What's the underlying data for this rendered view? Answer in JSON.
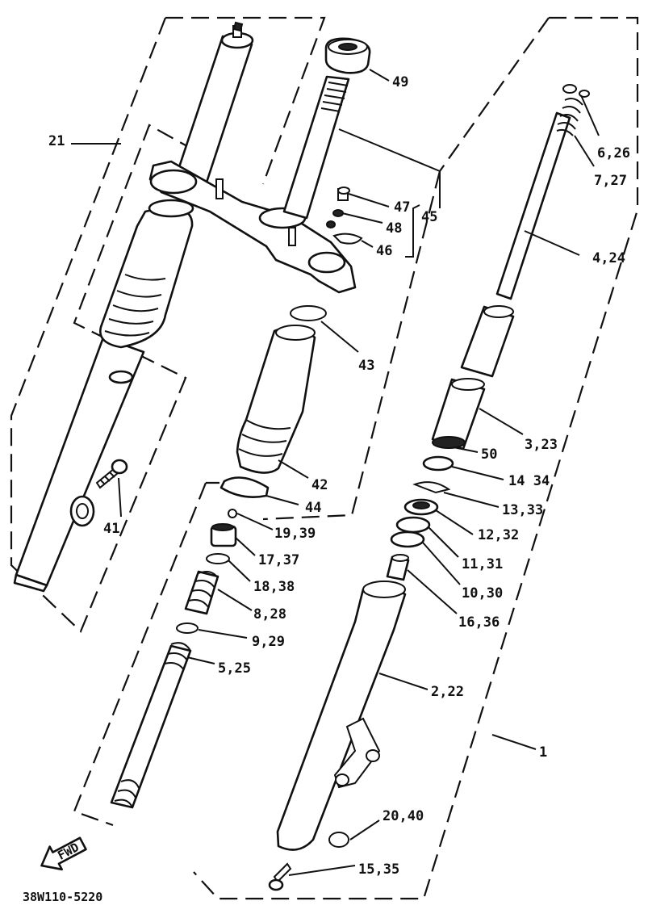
{
  "callouts": {
    "c49": "49",
    "c21": "21",
    "c6_26": "6,26",
    "c7_27": "7,27",
    "c47": "47",
    "c45": "45",
    "c48": "48",
    "c46": "46",
    "c4_24": "4,24",
    "c43": "43",
    "c3_23": "3,23",
    "c50": "50",
    "c14_34": "14 34",
    "c42": "42",
    "c13_33": "13,33",
    "c44": "44",
    "c41": "41",
    "c19_39": "19,39",
    "c12_32": "12,32",
    "c17_37": "17,37",
    "c11_31": "11,31",
    "c18_38": "18,38",
    "c10_30": "10,30",
    "c8_28": "8,28",
    "c16_36": "16,36",
    "c9_29": "9,29",
    "c5_25": "5,25",
    "c2_22": "2,22",
    "c1": "1",
    "c20_40": "20,40",
    "c15_35": "15,35"
  },
  "fwd_label": "FWD",
  "drawing_code": "38W110-5220"
}
